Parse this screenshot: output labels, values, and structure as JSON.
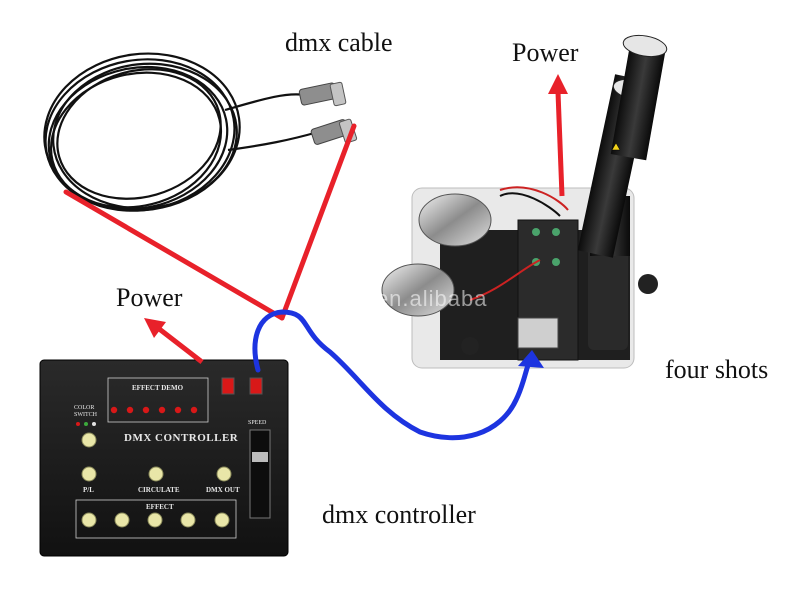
{
  "labels": {
    "dmx_cable": "dmx cable",
    "power_top": "Power",
    "power_left": "Power",
    "four_shots": "four shots",
    "dmx_controller": "dmx controller"
  },
  "watermark": "xihuan.en.alibaba",
  "panel": {
    "title": "DMX CONTROLLER",
    "effect_demo": "EFFECT DEMO",
    "color_switch_line1": "COLOR",
    "color_switch_line2": "SWITCH",
    "speed": "SPEED",
    "pl": "P/L",
    "circulate": "CIRCULATE",
    "dmx_out": "DMX OUT",
    "effect": "EFFECT"
  },
  "colors": {
    "arrow_red": "#e8212a",
    "cable_blue": "#1d34e0",
    "panel_black": "#1a1a1a",
    "button_yellow": "#e9e6a8",
    "led_red": "#d81818"
  }
}
